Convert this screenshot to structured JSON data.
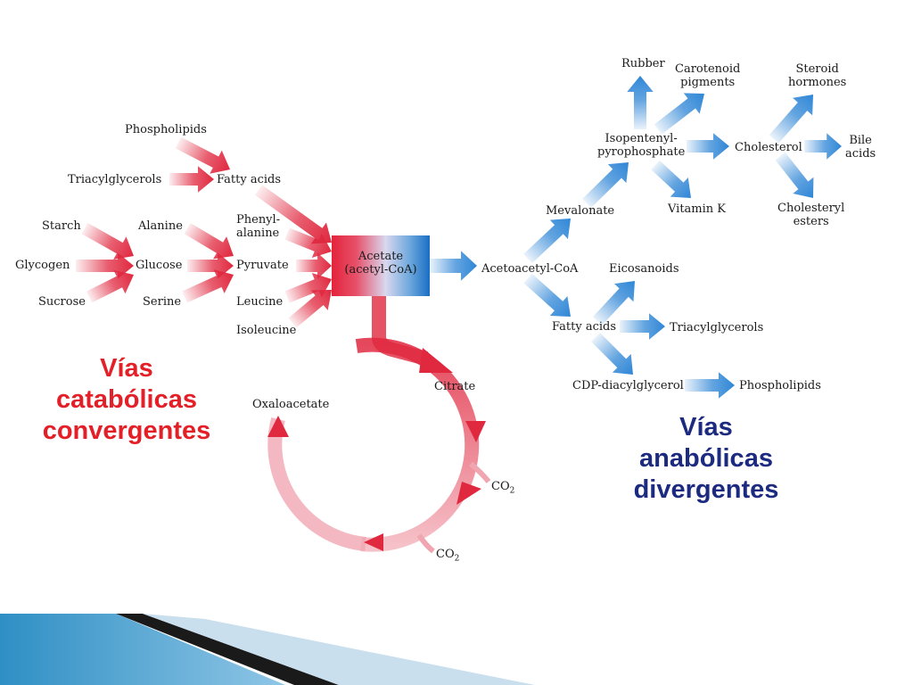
{
  "labels": {
    "phospholipids_left": "Phospholipids",
    "triacylglycerols_left": "Triacylglycerols",
    "fatty_acids_left": "Fatty acids",
    "starch": "Starch",
    "glycogen": "Glycogen",
    "sucrose": "Sucrose",
    "alanine": "Alanine",
    "glucose": "Glucose",
    "serine": "Serine",
    "phenylalanine_1": "Phenyl-",
    "phenylalanine_2": "alanine",
    "pyruvate": "Pyruvate",
    "leucine": "Leucine",
    "isoleucine": "Isoleucine",
    "acetate_1": "Acetate",
    "acetate_2": "(acetyl-CoA)",
    "citrate": "Citrate",
    "oxaloacetate": "Oxaloacetate",
    "co2_a": "CO",
    "co2_b": "CO",
    "co2_sub": "2",
    "acetoacetyl_coa": "Acetoacetyl-CoA",
    "mevalonate": "Mevalonate",
    "isopentenyl_1": "Isopentenyl-",
    "isopentenyl_2": "pyrophosphate",
    "rubber": "Rubber",
    "carotenoid_1": "Carotenoid",
    "carotenoid_2": "pigments",
    "vitamin_k": "Vitamin K",
    "cholesterol": "Cholesterol",
    "steroid_1": "Steroid",
    "steroid_2": "hormones",
    "bile_1": "Bile",
    "bile_2": "acids",
    "cholesteryl_1": "Cholesteryl",
    "cholesteryl_2": "esters",
    "eicosanoids": "Eicosanoids",
    "fatty_acids_right": "Fatty acids",
    "triacylglycerols_right": "Triacylglycerols",
    "cdp_diacylglycerol": "CDP-diacylglycerol",
    "phospholipids_right": "Phospholipids"
  },
  "catabolic": {
    "line1": "Vías",
    "line2": "catabólicas",
    "line3": "convergentes"
  },
  "anabolic": {
    "line1": "Vías",
    "line2": "anabólicas",
    "line3": "divergentes"
  },
  "colors": {
    "catabolic_text": "#e32028",
    "anabolic_text": "#1c2a80",
    "red_arrow": "#e0283f",
    "blue_arrow": "#2f86d6",
    "band_teal": "#2f8fc4",
    "band_dark": "#1a1a1a",
    "band_light": "#c9dfee"
  }
}
